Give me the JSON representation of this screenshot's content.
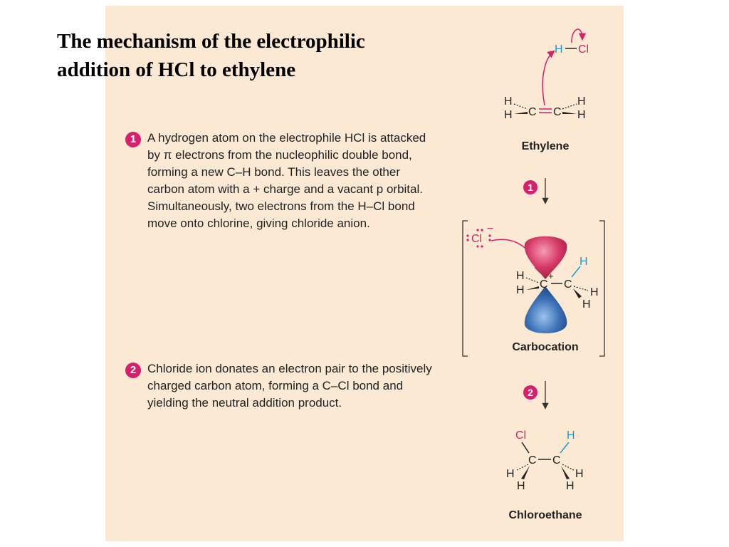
{
  "title": "The mechanism of the electrophilic addition of HCl to ethylene",
  "steps": [
    {
      "number": "1",
      "text": "A hydrogen atom on the electrophile HCl is attacked by π electrons from the nucleophilic double bond, forming a new C–H bond. This leaves the other carbon atom with a + charge and a vacant p orbital. Simultaneously, two electrons from the H–Cl bond move onto chlorine, giving chloride anion."
    },
    {
      "number": "2",
      "text": "Chloride ion donates an electron pair to the positively charged carbon atom, forming a C–Cl bond and yielding the neutral addition product."
    }
  ],
  "diagram": {
    "labels": {
      "ethylene": "Ethylene",
      "carbocation": "Carbocation",
      "chloroethane": "Chloroethane",
      "step1_marker": "1",
      "step2_marker": "2"
    },
    "atoms": {
      "H": "H",
      "C": "C",
      "Cl": "Cl",
      "plus": "+",
      "minus": "−"
    }
  },
  "colors": {
    "panel": "#fbe9d3",
    "accent_magenta": "#d6206b",
    "hydrogen_blue": "#1a9ad6",
    "orbital_red": "#d03060",
    "orbital_blue": "#3a6fb5"
  }
}
